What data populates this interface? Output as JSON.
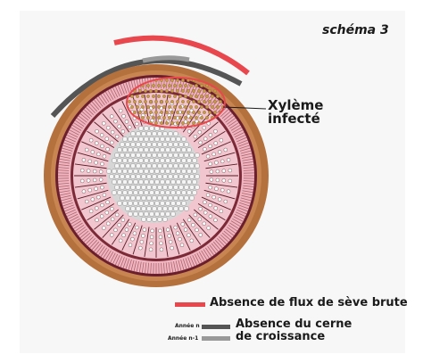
{
  "title": "schéma 3",
  "callout": {
    "line1": "Xylème",
    "line2": "infecté"
  },
  "legend": {
    "sap_flow": "Absence de flux de sève brute",
    "year_n": "Année n",
    "year_n1": "Année n-1",
    "ring_line1": "Absence du cerne",
    "ring_line2": "de croissance"
  },
  "colors": {
    "red": "#e8474e",
    "dark_gray": "#555555",
    "light_gray": "#999999",
    "bark": "#b5713d",
    "tissue": "#f2c6cf",
    "pith": "#d8d8d8",
    "infected_dots": "#c99a45"
  }
}
